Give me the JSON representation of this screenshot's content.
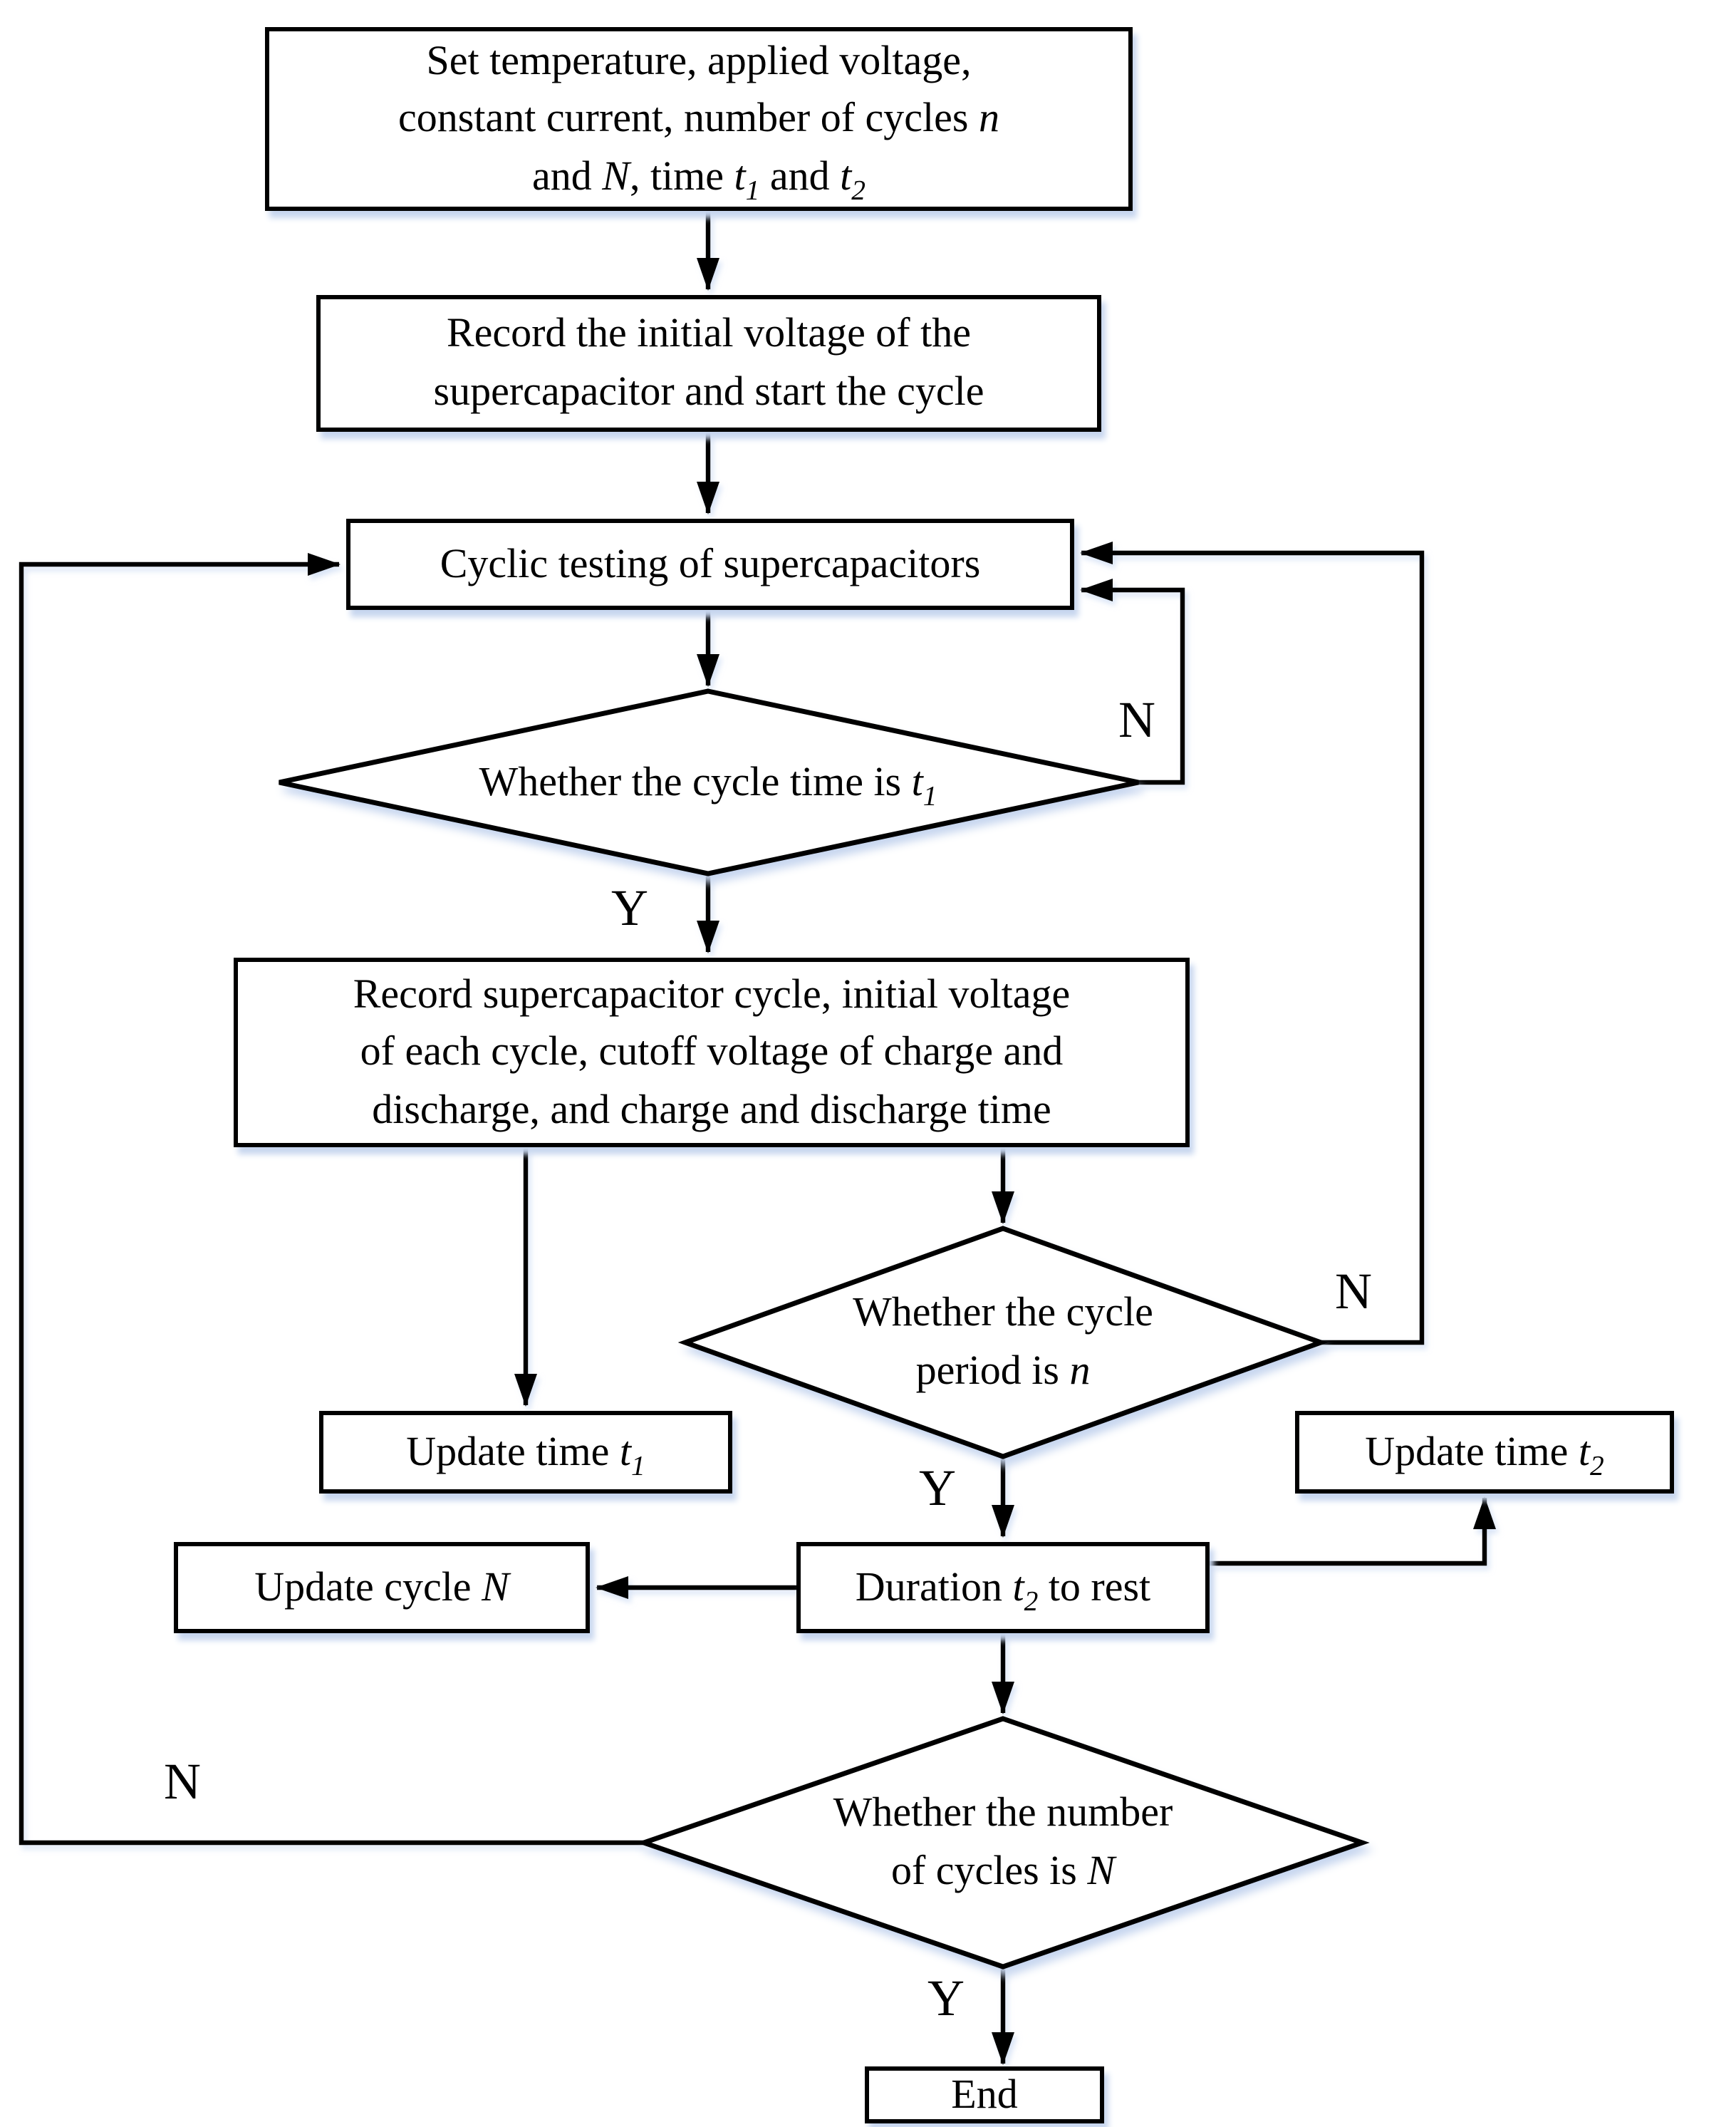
{
  "colors": {
    "stroke": "#000000",
    "node_fill": "#ffffff",
    "shadow": "#c7d6ef",
    "text": "#000000"
  },
  "nodes": {
    "start": {
      "parts": [
        "Set temperature, applied voltage,",
        "constant current, number of cycles ",
        "n",
        "and ",
        "N",
        ", time ",
        "t",
        "1",
        " and ",
        "t",
        "2"
      ]
    },
    "record_initial": {
      "parts": [
        "Record the initial voltage of the",
        "supercapacitor and start the cycle"
      ]
    },
    "cyclic_testing": {
      "text": "Cyclic testing of supercapacitors"
    },
    "decision_cycle_time": {
      "parts": [
        "Whether the cycle time is ",
        "t",
        "1"
      ]
    },
    "record_cycle": {
      "parts": [
        "Record supercapacitor cycle, initial voltage",
        "of each cycle, cutoff voltage of charge and",
        "discharge, and charge and discharge time"
      ]
    },
    "update_t1": {
      "parts": [
        "Update time ",
        "t",
        "1"
      ]
    },
    "decision_cycle_period": {
      "parts": [
        "Whether the cycle",
        "period is ",
        "n"
      ]
    },
    "update_t2": {
      "parts": [
        "Update time ",
        "t",
        "2"
      ]
    },
    "update_cycle_N": {
      "parts": [
        "Update cycle ",
        "N"
      ]
    },
    "duration_rest": {
      "parts": [
        "Duration ",
        "t",
        "2",
        " to rest"
      ]
    },
    "decision_cycle_count": {
      "parts": [
        "Whether the number",
        "of cycles is ",
        "N"
      ]
    },
    "end": {
      "text": "End"
    }
  },
  "labels": {
    "y1": "Y",
    "n1": "N",
    "y2": "Y",
    "n2": "N",
    "y3": "Y",
    "n3": "N"
  }
}
